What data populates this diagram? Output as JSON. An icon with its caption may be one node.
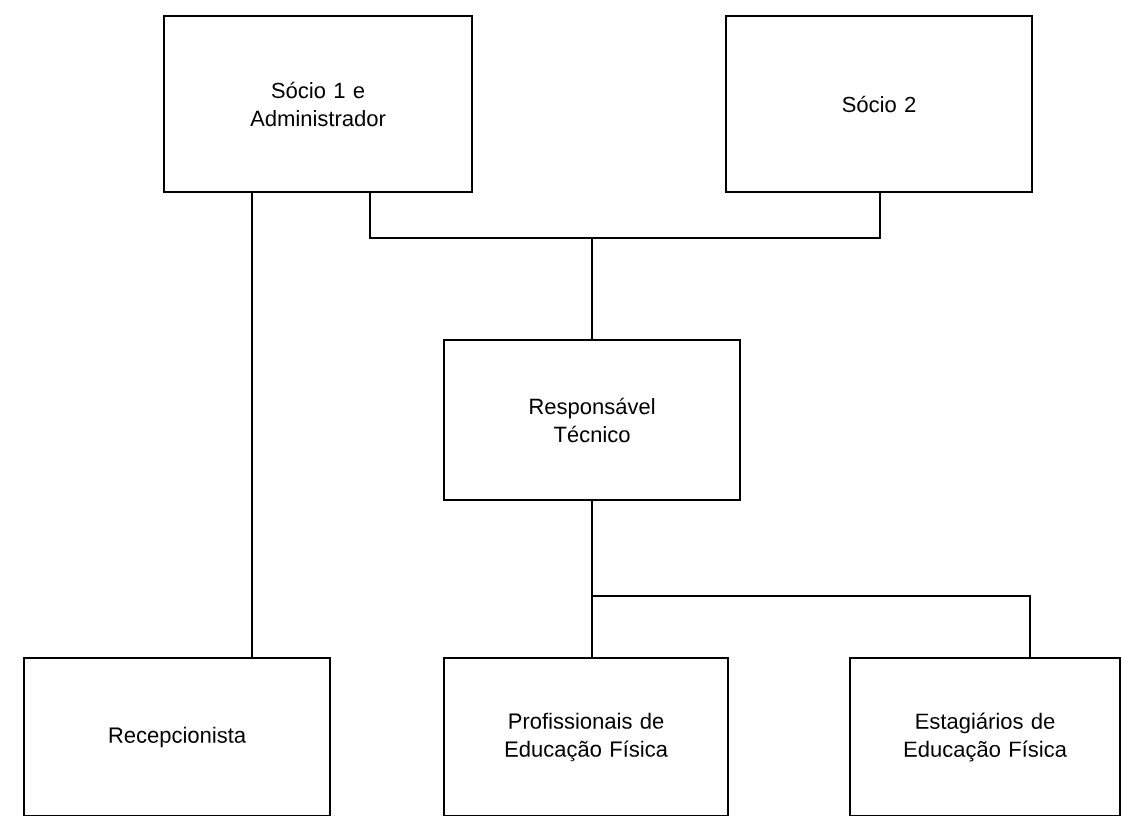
{
  "diagram": {
    "nodes": [
      {
        "text": [
          "Sócio 1 e Administrador"
        ]
      },
      {
        "text": [
          "Sócio 2"
        ]
      },
      {
        "text": [
          "Responsável Técnico"
        ]
      },
      {
        "text": [
          "Recepcionista"
        ]
      },
      {
        "text": [
          "Profissionais de Educação Física"
        ]
      },
      {
        "text": [
          "Estagiários de Educação Física"
        ]
      }
    ],
    "edges": [
      {
        "from": 0,
        "to": 2,
        "arrow": "none"
      },
      {
        "from": 1,
        "to": 2,
        "arrow": "none"
      },
      {
        "from": 0,
        "to": 3,
        "arrow": "none"
      },
      {
        "from": 2,
        "to": 4,
        "arrow": "none"
      },
      {
        "from": 2,
        "to": 5,
        "arrow": "none"
      }
    ]
  }
}
